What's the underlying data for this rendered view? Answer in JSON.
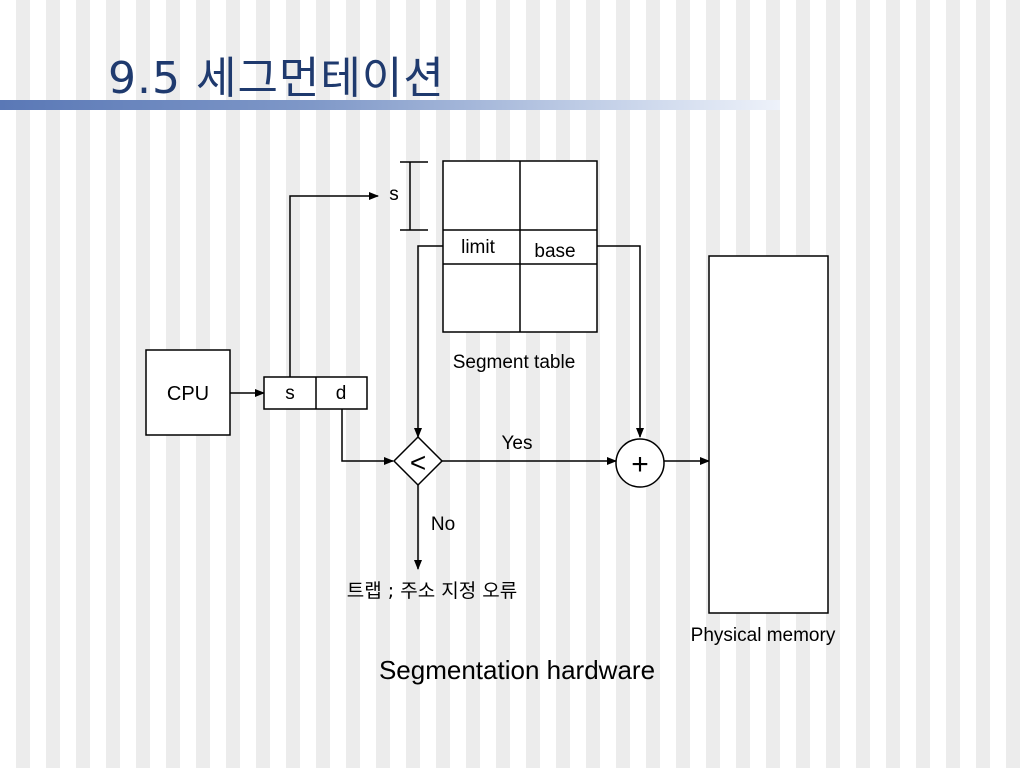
{
  "slide": {
    "title": "9.5 세그먼테이션",
    "caption": "Segmentation hardware"
  },
  "diagram": {
    "cpu_label": "CPU",
    "address_s": "s",
    "address_d": "d",
    "segment_index_label": "s",
    "limit_label": "limit",
    "base_label": "base",
    "segment_table_label": "Segment table",
    "compare_symbol": "<",
    "adder_symbol": "+",
    "yes_label": "Yes",
    "no_label": "No",
    "trap_label": "트랩 ; 주소 지정 오류",
    "physical_memory_label": "Physical memory"
  }
}
